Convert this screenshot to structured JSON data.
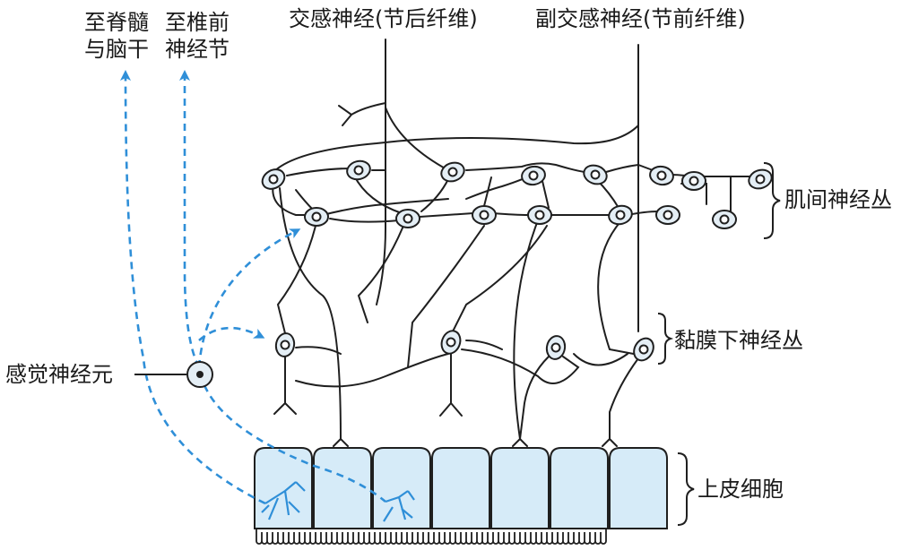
{
  "labels": {
    "to_spinal_cord_line1": "至脊髓",
    "to_spinal_cord_line2": "与脑干",
    "to_prevertebral_line1": "至椎前",
    "to_prevertebral_line2": "神经节",
    "sympathetic": "交感神经(节后纤维)",
    "parasympathetic": "副交感神经(节前纤维)",
    "myenteric_plexus": "肌间神经丛",
    "submucosal_plexus": "黏膜下神经丛",
    "sensory_neuron": "感觉神经元",
    "epithelial_cells": "上皮细胞"
  },
  "colors": {
    "line": "#1f1f1f",
    "sensory": "#2f8fd8",
    "cell_fill": "#d6ebf8",
    "neuron_fill": "#e4eef5"
  }
}
